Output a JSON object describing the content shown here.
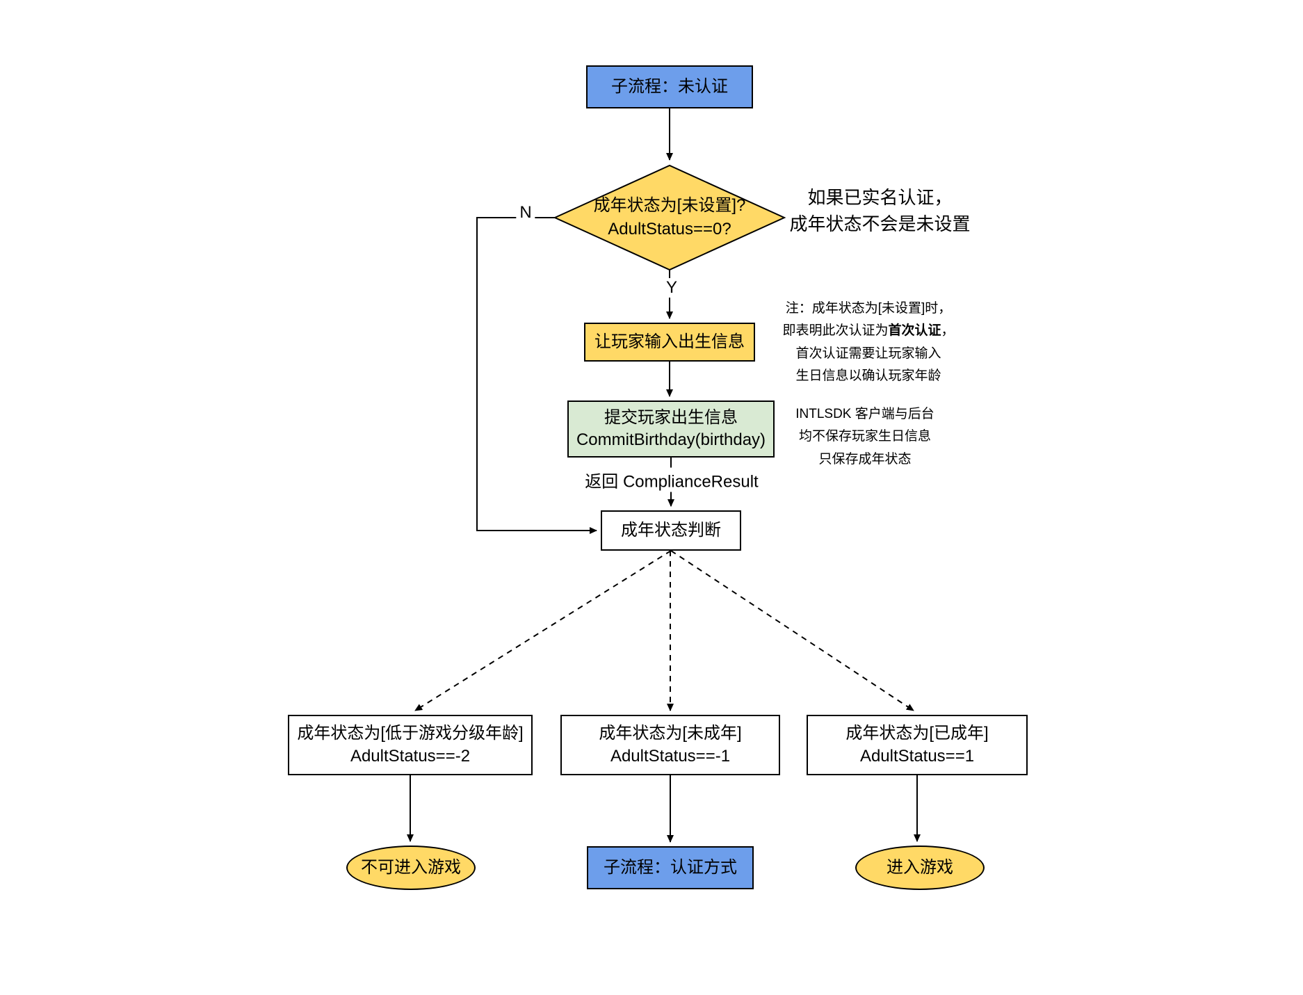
{
  "canvas": {
    "background": "#ffffff"
  },
  "colors": {
    "process_blue": "#6d9eeb",
    "highlight_yellow": "#ffd966",
    "soft_green": "#d9ead3",
    "plain_white": "#ffffff",
    "stroke_black": "#000000"
  },
  "nodes": {
    "start": {
      "label": "子流程：未认证"
    },
    "decision": {
      "line1": "成年状态为[未设置]?",
      "line2": "AdultStatus==0?"
    },
    "input_birth": {
      "label": "让玩家输入出生信息"
    },
    "commit_birth": {
      "line1": "提交玩家出生信息",
      "line2": "CommitBirthday(birthday)"
    },
    "judge": {
      "label": "成年状态判断"
    },
    "status_low": {
      "line1": "成年状态为[低于游戏分级年龄]",
      "line2": "AdultStatus==-2"
    },
    "status_minor": {
      "line1": "成年状态为[未成年]",
      "line2": "AdultStatus==-1"
    },
    "status_adult": {
      "line1": "成年状态为[已成年]",
      "line2": "AdultStatus==1"
    },
    "no_entry": {
      "label": "不可进入游戏"
    },
    "auth_method": {
      "label": "子流程：认证方式"
    },
    "entry": {
      "label": "进入游戏"
    }
  },
  "edge_labels": {
    "n": "N",
    "y": "Y",
    "return_result": "返回 ComplianceResult"
  },
  "annotations": {
    "realname": {
      "line1": "如果已实名认证，",
      "line2": "成年状态不会是未设置"
    },
    "note1": {
      "line1": "注：成年状态为[未设置]时，",
      "line2_pre": "即表明此次认证为",
      "line2_bold": "首次认证",
      "line2_post": "，",
      "line3": "首次认证需要让玩家输入",
      "line4": "生日信息以确认玩家年龄"
    },
    "note2": {
      "line1": "INTLSDK 客户端与后台",
      "line2": "均不保存玩家生日信息",
      "line3": "只保存成年状态"
    }
  }
}
